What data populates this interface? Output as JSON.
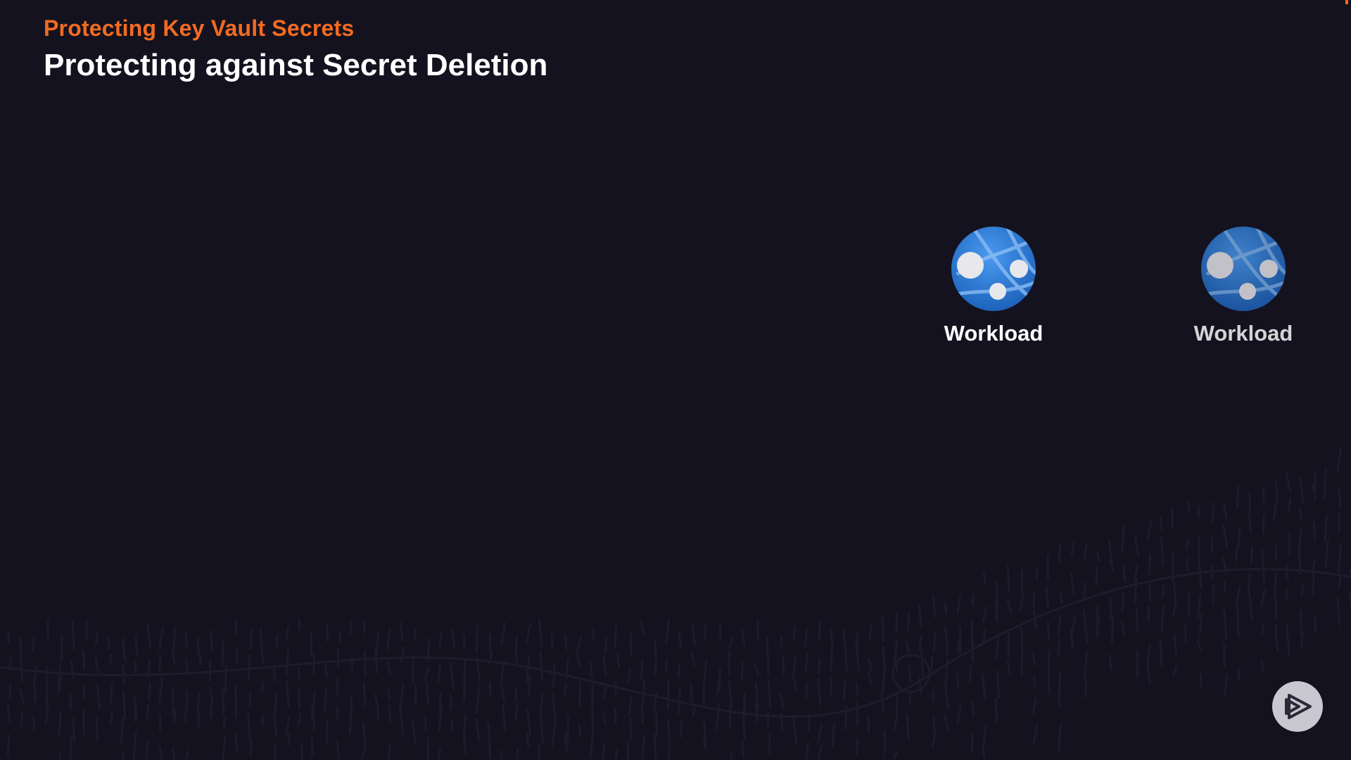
{
  "slide": {
    "kicker": "Protecting Key Vault Secrets",
    "title": "Protecting against Secret Deletion"
  },
  "workloads": [
    {
      "label": "Workload",
      "icon": "web-app-globe-icon",
      "state": "active"
    },
    {
      "label": "Workload",
      "icon": "web-app-globe-icon",
      "state": "dimmed"
    }
  ],
  "player": {
    "control_icon": "play-logo-icon"
  },
  "colors": {
    "background": "#14121f",
    "accent": "#f26b21",
    "title": "#ffffff",
    "globe_blue": "#2f74d0",
    "texture": "#231f33"
  }
}
